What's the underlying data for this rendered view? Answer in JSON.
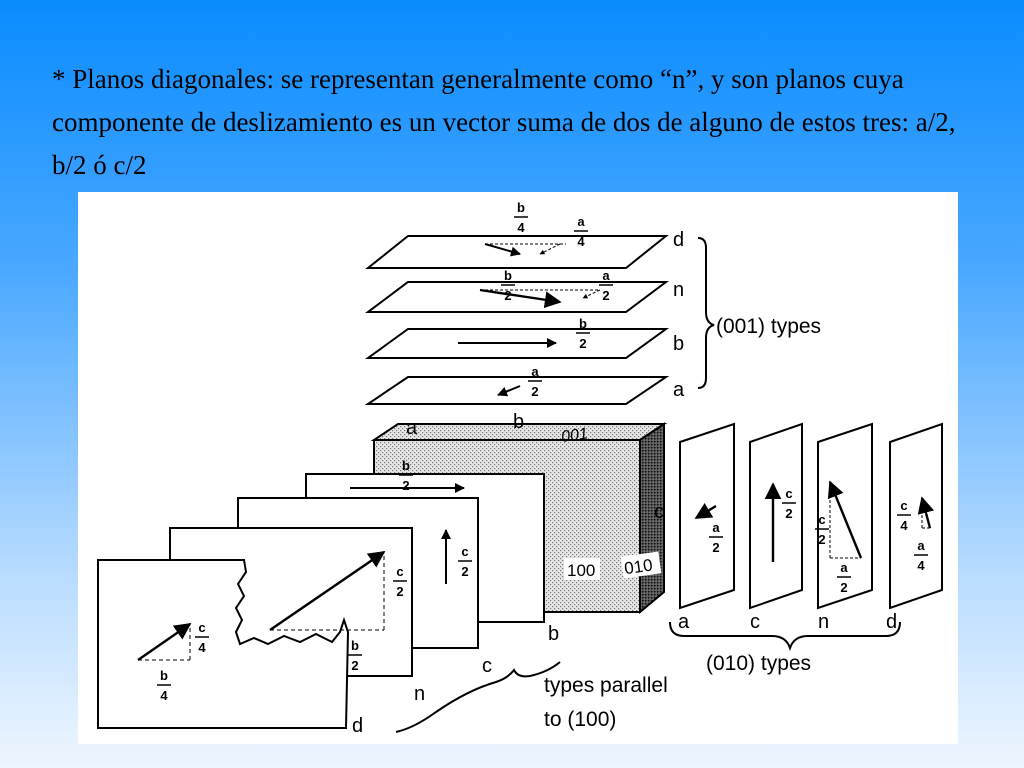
{
  "slide": {
    "text": "* Planos diagonales: se representan generalmente como “n”, y son planos cuya componente de deslizamiento es un vector suma de dos de alguno de estos tres: a/2, b/2 ó c/2"
  },
  "figure": {
    "fractions": {
      "b2": {
        "num": "b",
        "den": "2"
      },
      "b4": {
        "num": "b",
        "den": "4"
      },
      "a2": {
        "num": "a",
        "den": "2"
      },
      "a4": {
        "num": "a",
        "den": "4"
      },
      "c2": {
        "num": "c",
        "den": "2"
      },
      "c4": {
        "num": "c",
        "den": "4"
      }
    },
    "top_planes": {
      "d": "d",
      "n": "n",
      "b": "b",
      "a": "a",
      "group_label": "(001) types"
    },
    "block": {
      "edge_a": "a",
      "edge_b": "b",
      "edge_c": "c",
      "face_top": "001",
      "face_front": "100",
      "face_side": "010"
    },
    "side_planes": {
      "a": "a",
      "c": "c",
      "n": "n",
      "d": "d",
      "group_label": "(010) types"
    },
    "front_planes": {
      "b": "b",
      "c": "c",
      "n": "n",
      "d": "d",
      "group_label_line1": "types  parallel",
      "group_label_line2": "to (100)"
    }
  }
}
